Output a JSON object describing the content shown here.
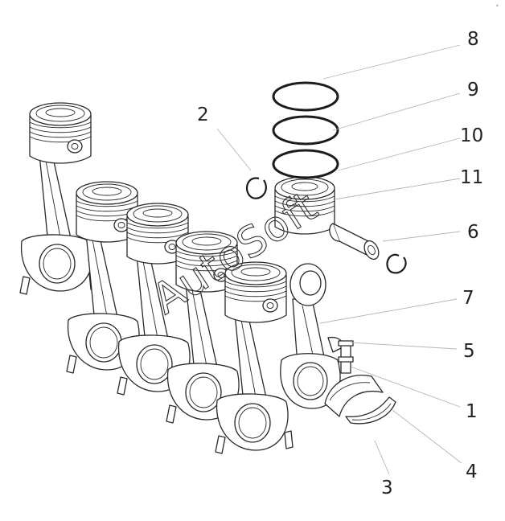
{
  "diagram": {
    "watermark": "AutoSoft",
    "corner_mark": "⸗",
    "callouts": [
      {
        "id": "8",
        "label": "8"
      },
      {
        "id": "9",
        "label": "9"
      },
      {
        "id": "10",
        "label": "10"
      },
      {
        "id": "11",
        "label": "11"
      },
      {
        "id": "2",
        "label": "2"
      },
      {
        "id": "6",
        "label": "6"
      },
      {
        "id": "7",
        "label": "7"
      },
      {
        "id": "5",
        "label": "5"
      },
      {
        "id": "1",
        "label": "1"
      },
      {
        "id": "4",
        "label": "4"
      },
      {
        "id": "3",
        "label": "3"
      }
    ]
  }
}
